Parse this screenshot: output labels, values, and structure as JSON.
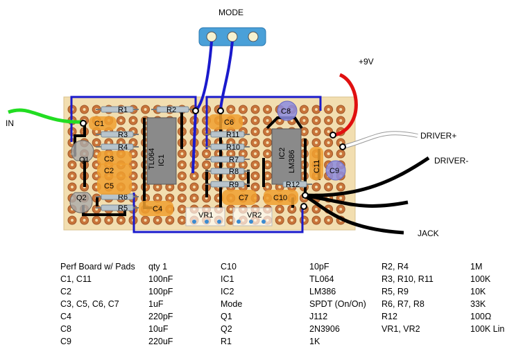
{
  "labels": {
    "mode": "MODE",
    "in": "IN",
    "v9": "+9V",
    "driver_plus": "DRIVER+",
    "driver_minus": "DRIVER-",
    "jack": "JACK"
  },
  "components": {
    "r1": "R1",
    "r2": "R2",
    "r3": "R3",
    "r4": "R4",
    "r5": "R5",
    "r6": "R6",
    "r7": "R7",
    "r8": "R8",
    "r9": "R9",
    "r10": "R10",
    "r11": "R11",
    "r12": "R12",
    "c1": "C1",
    "c2": "C2",
    "c3": "C3",
    "c4": "C4",
    "c5": "C5",
    "c6": "C6",
    "c7": "C7",
    "c8": "C8",
    "c9": "C9",
    "c10": "C10",
    "c11": "C11",
    "q1": "Q1",
    "q2": "Q2",
    "ic1": "IC1",
    "tl064": "TL064",
    "ic2": "IC2",
    "lm386": "LM386",
    "vr1": "VR1",
    "vr2": "VR2"
  },
  "bom": {
    "col1": [
      "Perf Board w/ Pads",
      "C1, C11",
      "C2",
      "C3, C5, C6, C7",
      "C4",
      "C8",
      "C9"
    ],
    "col2": [
      "qty 1",
      "100nF",
      "100pF",
      "1uF",
      "220pF",
      "10uF",
      "220uF"
    ],
    "col3": [
      "C10",
      "IC1",
      "IC2",
      "Mode",
      "Q1",
      "Q2",
      "R1"
    ],
    "col4": [
      "10pF",
      "TL064",
      "LM386",
      "SPDT (On/On)",
      "J112",
      "2N3906",
      "1K"
    ],
    "col5": [
      "R2, R4",
      "R3, R10, R11",
      "R5, R9",
      "R6, R7, R8",
      "R12",
      "VR1, VR2"
    ],
    "col6": [
      "1M",
      "100K",
      "10K",
      "33K",
      "100Ω",
      "100K Lin"
    ]
  },
  "colors": {
    "board": "#f2deb0",
    "pad": "#c8743a",
    "wire_blue": "#1a1acc",
    "wire_red": "#e01010",
    "wire_green": "#22dd22",
    "cap_orange": "#f0a030",
    "cap_electrolytic": "#8c8ce0"
  }
}
